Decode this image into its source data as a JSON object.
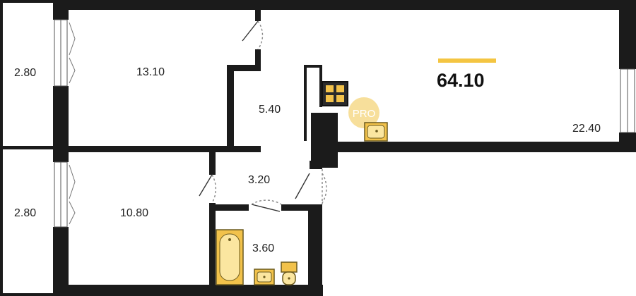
{
  "plan": {
    "total_area": "64.10",
    "rooms": [
      {
        "id": "loggia-top",
        "area": "2.80"
      },
      {
        "id": "bedroom",
        "area": "13.10"
      },
      {
        "id": "hallway",
        "area": "5.40"
      },
      {
        "id": "living-kitchen",
        "area": "22.40"
      },
      {
        "id": "loggia-bottom",
        "area": "2.80"
      },
      {
        "id": "second-bedroom",
        "area": "10.80"
      },
      {
        "id": "corridor",
        "area": "3.20"
      },
      {
        "id": "bathroom",
        "area": "3.60"
      }
    ],
    "watermark": "PRO",
    "colors": {
      "wall": "#1b1b1b",
      "accent": "#f4c542",
      "fixture": "#f2c24b",
      "fixture_stroke": "#6b5a1e",
      "watermark": "#f6d98a"
    },
    "icons": [
      "stove-icon",
      "kitchen-sink-icon",
      "bathtub-icon",
      "washbasin-icon",
      "toilet-icon"
    ]
  }
}
